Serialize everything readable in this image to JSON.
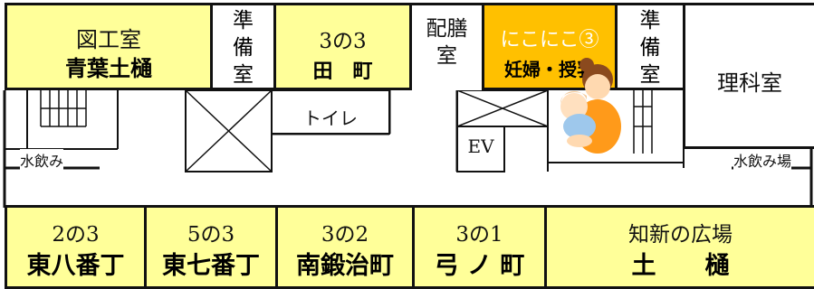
{
  "rooms": {
    "art_room": {
      "name": "図工室",
      "cls": "青葉土樋"
    },
    "prep1": {
      "label": "準備室",
      "c1": "準",
      "c2": "備",
      "c3": "室"
    },
    "c3_3": {
      "name": "3の3",
      "cls": "田　町"
    },
    "catering": {
      "line1": "配膳",
      "line2": "室"
    },
    "nikoniko": {
      "name": "にこにこ③",
      "sub": "妊婦・授乳"
    },
    "prep2": {
      "c1": "準",
      "c2": "備",
      "c3": "室"
    },
    "science": {
      "name": "理科室"
    },
    "toilet": {
      "name": "トイレ"
    },
    "ev": {
      "name": "EV"
    },
    "water_left": {
      "name": "水飲み"
    },
    "water_right": {
      "name": "水飲み場"
    },
    "c2_3": {
      "name": "2の3",
      "cls": "東八番丁"
    },
    "c5_3": {
      "name": "5の3",
      "cls": "東七番丁"
    },
    "c3_2": {
      "name": "3の2",
      "cls": "南鍛治町"
    },
    "c3_1": {
      "name": "3の1",
      "cls": "弓 ノ 町"
    },
    "plaza": {
      "name": "知新の広場",
      "cls": "土　　樋"
    }
  },
  "colors": {
    "yellow": "#ffff99",
    "orange": "#ffc000",
    "line": "#111111"
  }
}
